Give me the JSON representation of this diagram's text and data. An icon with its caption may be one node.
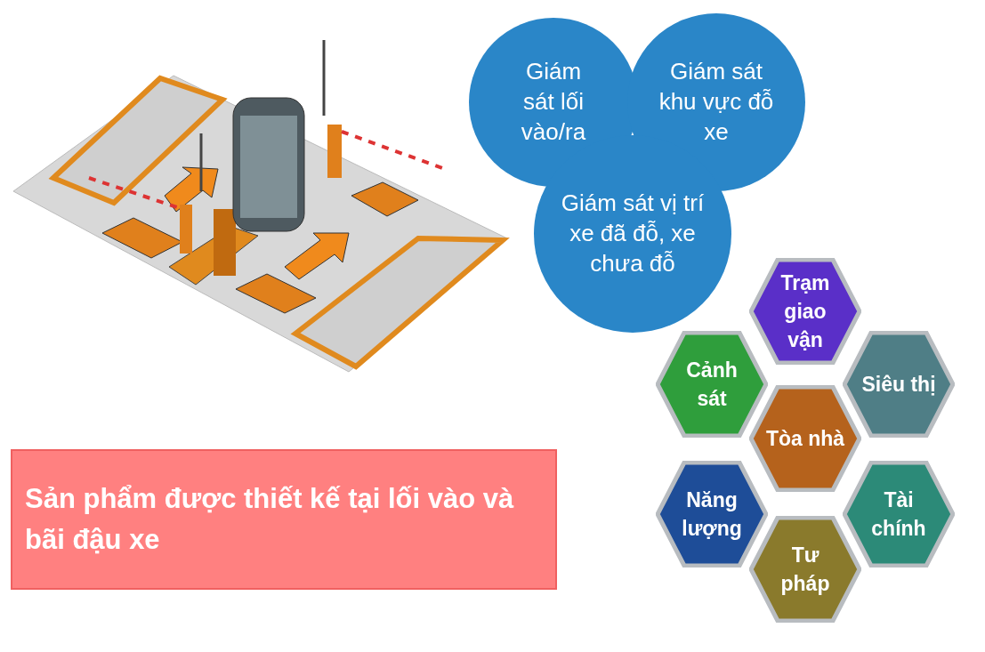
{
  "diagram": {
    "nodes": [
      {
        "text": [
          "Giám sát lối vào/ra"
        ]
      },
      {
        "text": [
          "Giám sát khu vực đỗ xe"
        ]
      },
      {
        "text": [
          "Giám sát vị trí xe đã đỗ, xe chưa đỗ"
        ]
      },
      {
        "text": [
          "Trạm giao vận"
        ]
      },
      {
        "text": [
          "Cảnh sát"
        ]
      },
      {
        "text": [
          "Siêu thị"
        ]
      },
      {
        "text": [
          "Tòa nhà"
        ]
      },
      {
        "text": [
          "Năng lượng"
        ]
      },
      {
        "text": [
          "Tài chính"
        ]
      },
      {
        "text": [
          "Tư pháp"
        ]
      },
      {
        "text": [
          "Sản phẩm được thiết kế tại lối vào và bãi đậu xe"
        ]
      }
    ]
  }
}
